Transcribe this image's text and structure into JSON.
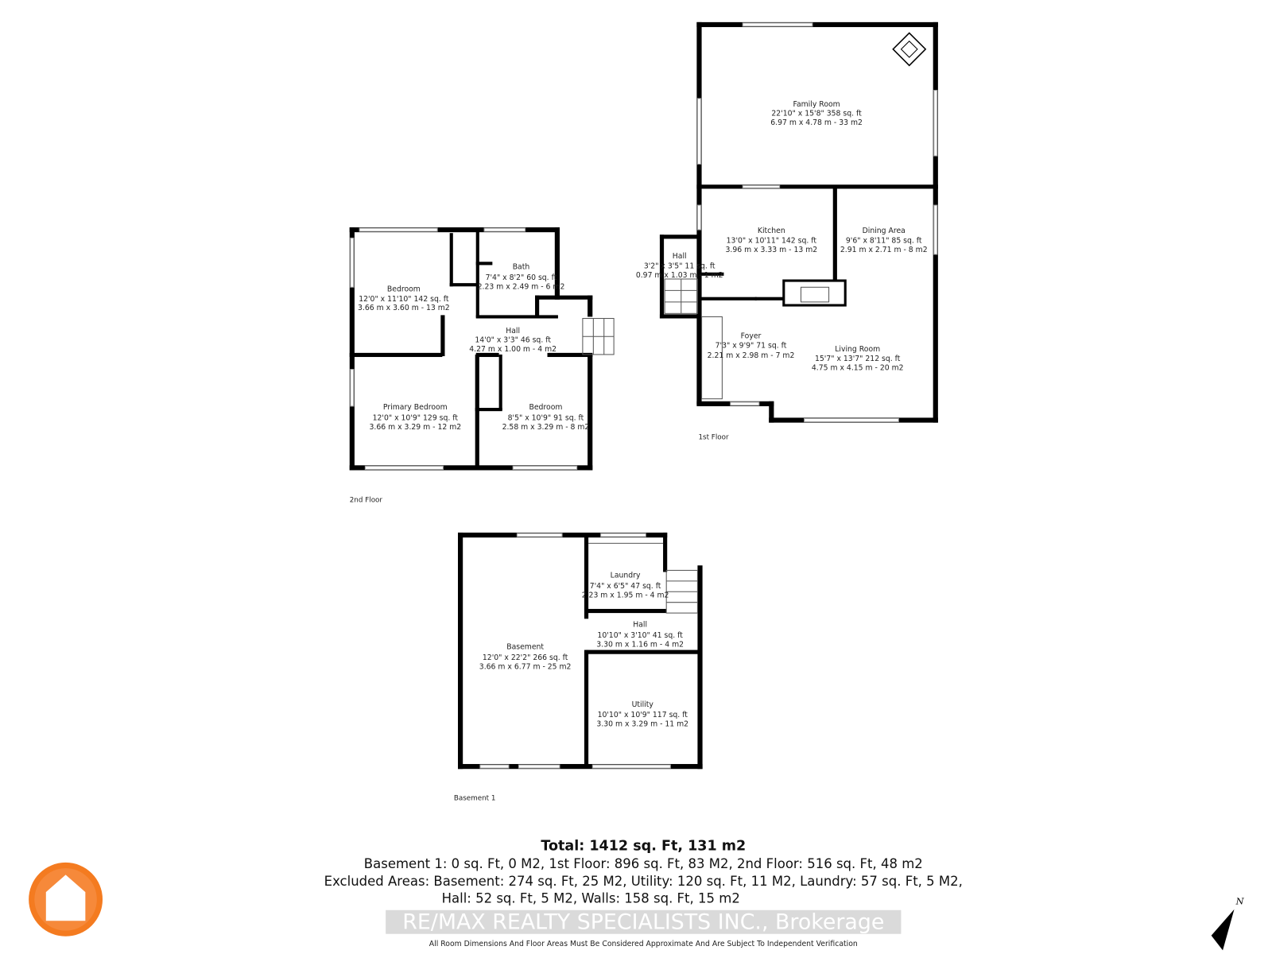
{
  "floors": {
    "first": {
      "label": "1st Floor",
      "rooms": [
        {
          "name": "Family Room",
          "imperial": "22'10\" x 15'8\" 358 sq. ft",
          "metric": "6.97 m x 4.78 m - 33 m2"
        },
        {
          "name": "Kitchen",
          "imperial": "13'0\" x 10'11\" 142 sq. ft",
          "metric": "3.96 m x 3.33 m - 13 m2"
        },
        {
          "name": "Dining Area",
          "imperial": "9'6\" x 8'11\" 85 sq. ft",
          "metric": "2.91 m x 2.71 m - 8 m2"
        },
        {
          "name": "Hall",
          "imperial": "3'2\" x 3'5\" 11 sq. ft",
          "metric": "0.97 m x 1.03 m - 1 m2"
        },
        {
          "name": "Foyer",
          "imperial": "7'3\" x 9'9\" 71 sq. ft",
          "metric": "2.21 m x 2.98 m - 7 m2"
        },
        {
          "name": "Living Room",
          "imperial": "15'7\" x 13'7\" 212 sq. ft",
          "metric": "4.75 m x 4.15 m - 20 m2"
        }
      ]
    },
    "second": {
      "label": "2nd Floor",
      "rooms": [
        {
          "name": "Bedroom",
          "imperial": "12'0\" x 11'10\" 142 sq. ft",
          "metric": "3.66 m x 3.60 m - 13 m2"
        },
        {
          "name": "Bath",
          "imperial": "7'4\" x 8'2\" 60 sq. ft",
          "metric": "2.23 m x 2.49 m - 6 m2"
        },
        {
          "name": "Hall",
          "imperial": "14'0\" x 3'3\" 46 sq. ft",
          "metric": "4.27 m x 1.00 m - 4 m2"
        },
        {
          "name": "Primary Bedroom",
          "imperial": "12'0\" x 10'9\" 129 sq. ft",
          "metric": "3.66 m x 3.29 m - 12 m2"
        },
        {
          "name": "Bedroom",
          "imperial": "8'5\" x 10'9\" 91 sq. ft",
          "metric": "2.58 m x 3.29 m - 8 m2"
        }
      ]
    },
    "basement": {
      "label": "Basement 1",
      "rooms": [
        {
          "name": "Basement",
          "imperial": "12'0\" x 22'2\" 266 sq. ft",
          "metric": "3.66 m x 6.77 m - 25 m2"
        },
        {
          "name": "Laundry",
          "imperial": "7'4\" x 6'5\" 47 sq. ft",
          "metric": "2.23 m x 1.95 m - 4 m2"
        },
        {
          "name": "Hall",
          "imperial": "10'10\" x 3'10\" 41 sq. ft",
          "metric": "3.30 m x 1.16 m - 4 m2"
        },
        {
          "name": "Utility",
          "imperial": "10'10\" x 10'9\" 117 sq. ft",
          "metric": "3.30 m x 3.29 m - 11 m2"
        }
      ]
    }
  },
  "summary": {
    "total": "Total: 1412 sq. Ft, 131 m2",
    "line1": "Basement 1: 0 sq. Ft, 0 M2, 1st Floor: 896 sq. Ft, 83 M2, 2nd Floor: 516 sq. Ft, 48 m2",
    "line2": "Excluded Areas: Basement: 274 sq. Ft, 25 M2, Utility: 120 sq. Ft, 11 M2, Laundry: 57 sq. Ft, 5 M2,",
    "line3": "Hall: 52 sq. Ft, 5 M2, Walls: 158 sq. Ft, 15 m2",
    "disclaimer": "All Room Dimensions And Floor Areas Must Be Considered Approximate And Are Subject To Independent Verification"
  },
  "watermark": "RE/MAX REALTY SPECIALISTS INC., Brokerage",
  "compass": {
    "label": "N",
    "icon": "north-arrow-icon"
  },
  "logo": {
    "icon": "house-logo-icon",
    "color": "#f47b20"
  }
}
